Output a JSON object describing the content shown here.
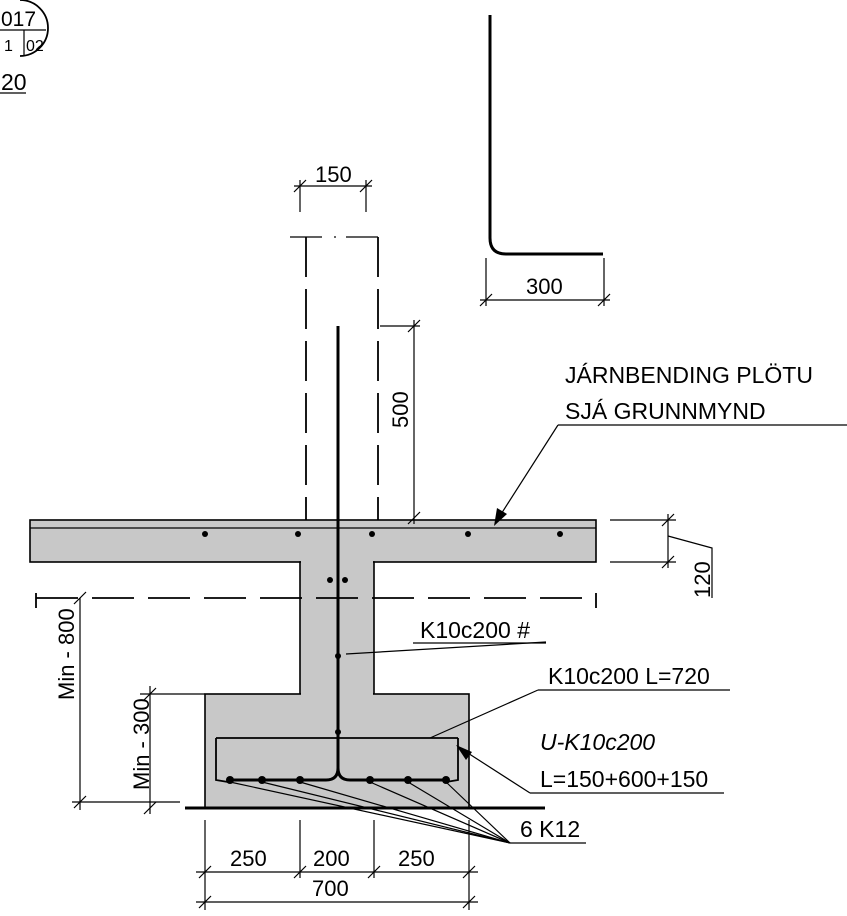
{
  "detail_ref": {
    "top": "017",
    "left": "1",
    "right": "02",
    "scale": "20"
  },
  "dims": {
    "wall_width": "150",
    "hook": "300",
    "rebar_up": "500",
    "slab": "120",
    "min_depth": "Min - 800",
    "footing_depth": "Min - 300",
    "seg_left": "250",
    "seg_mid": "200",
    "seg_right": "250",
    "total": "700"
  },
  "labels": {
    "slab_rebar_line1": "JÁRNBENDING PLÖTU",
    "slab_rebar_line2": "SJÁ GRUNNMYND",
    "wall_rebar": "K10c200 #",
    "footing_top_rebar": "K10c200 L=720",
    "u_bar_line1": "U-K10c200",
    "u_bar_line2": "L=150+600+150",
    "bottom_bars": "6 K12"
  }
}
